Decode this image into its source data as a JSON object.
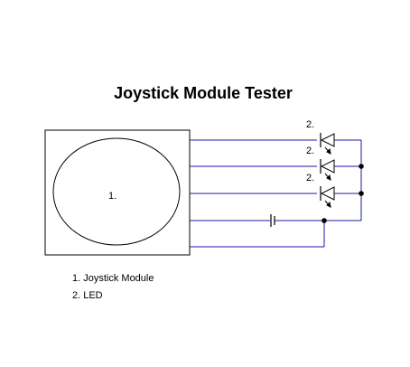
{
  "title": "Joystick Module Tester",
  "joystick_label": "1.",
  "led_labels": [
    "2.",
    "2.",
    "2."
  ],
  "legend": [
    "1. Joystick Module",
    "2. LED"
  ],
  "colors": {
    "wire": "#1a1aa6",
    "outline": "#000000",
    "background": "#ffffff"
  }
}
